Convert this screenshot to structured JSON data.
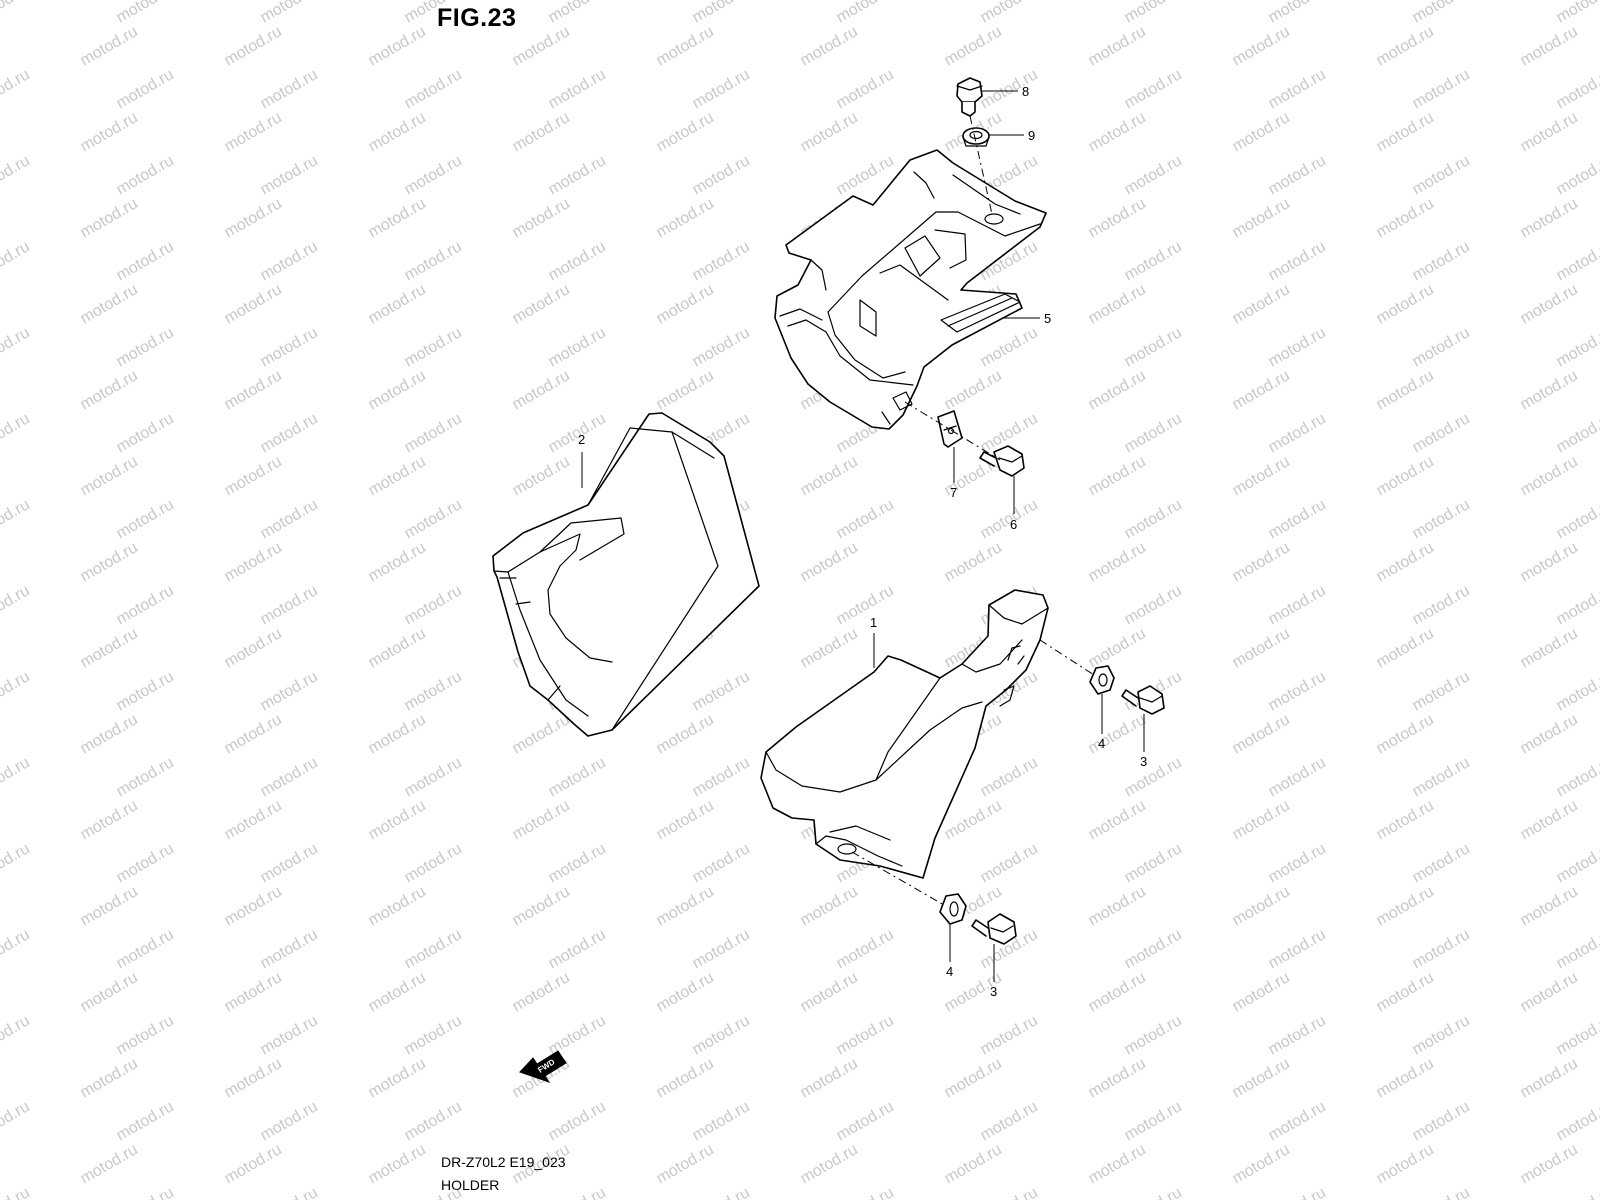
{
  "figure": {
    "title": "FIG.23",
    "code": "DR-Z70L2 E19_023",
    "name": "HOLDER"
  },
  "watermark": {
    "text": "motod.ru",
    "color": "#c8c8c8"
  },
  "direction_marker": {
    "label": "FWD"
  },
  "callouts": [
    {
      "id": "c1",
      "label": "1"
    },
    {
      "id": "c2",
      "label": "2"
    },
    {
      "id": "c3a",
      "label": "3"
    },
    {
      "id": "c3b",
      "label": "3"
    },
    {
      "id": "c4a",
      "label": "4"
    },
    {
      "id": "c4b",
      "label": "4"
    },
    {
      "id": "c5",
      "label": "5"
    },
    {
      "id": "c6",
      "label": "6"
    },
    {
      "id": "c7",
      "label": "7"
    },
    {
      "id": "c8",
      "label": "8"
    },
    {
      "id": "c9",
      "label": "9"
    }
  ]
}
